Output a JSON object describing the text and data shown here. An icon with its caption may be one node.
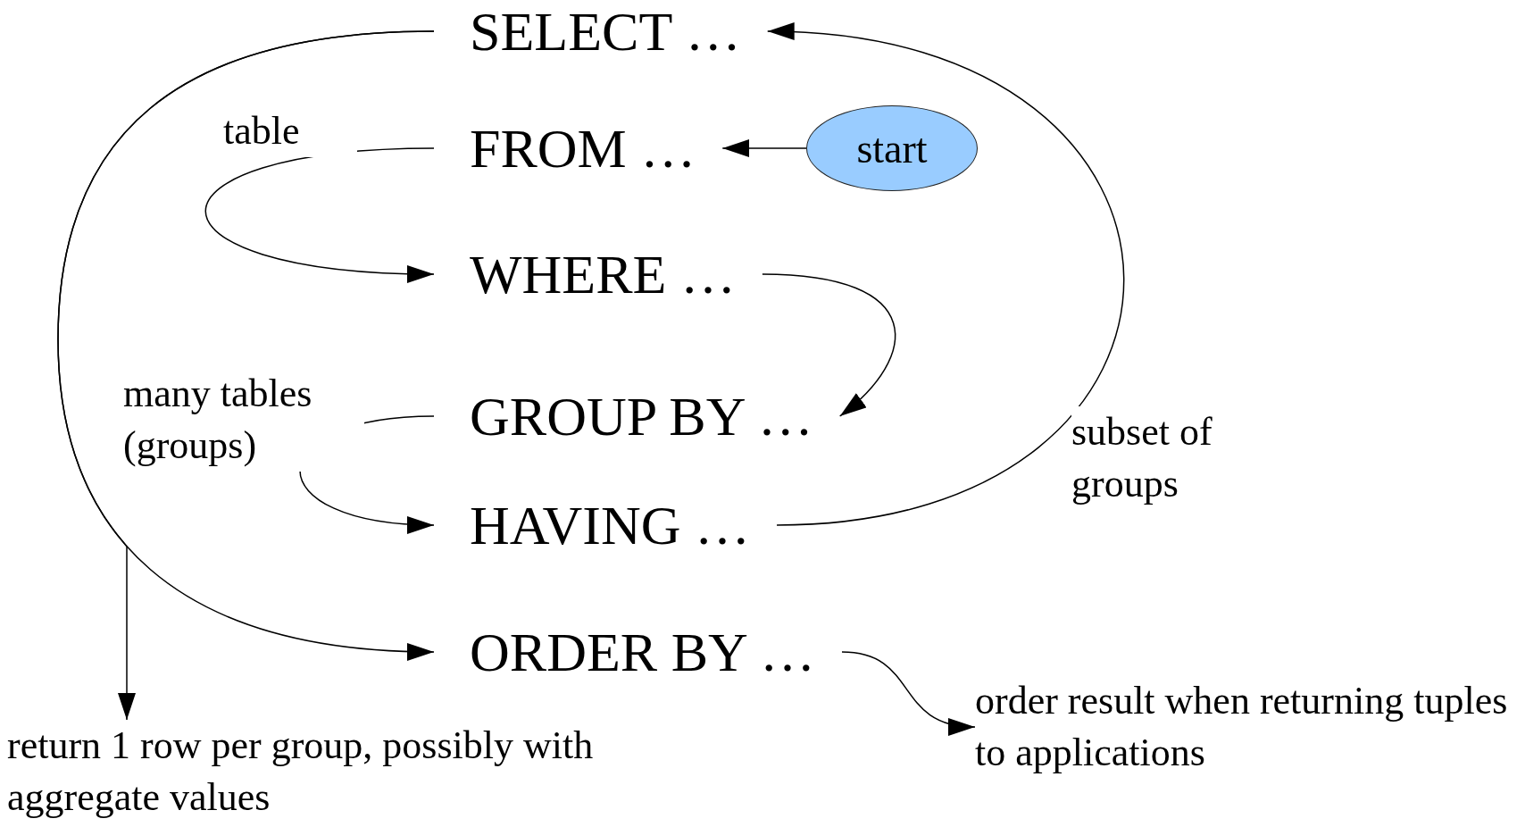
{
  "diagram": {
    "nodes": [
      {
        "text": [
          "SELECT …"
        ]
      },
      {
        "text": [
          "FROM …"
        ]
      },
      {
        "text": [
          "start"
        ]
      },
      {
        "text": [
          "WHERE …"
        ]
      },
      {
        "text": [
          "GROUP BY …"
        ]
      },
      {
        "text": [
          "HAVING …"
        ]
      },
      {
        "text": [
          "ORDER BY …"
        ]
      },
      {
        "text": [
          "order result when returning tuples to applications"
        ]
      },
      {
        "text": [
          "return 1 row per group, possibly with aggregate values"
        ]
      }
    ],
    "edges": [
      {
        "from": 2,
        "to": 1,
        "arrow": "to"
      },
      {
        "from": 1,
        "to": 3,
        "arrow": "to",
        "label": "table"
      },
      {
        "from": 3,
        "to": 4,
        "arrow": "to"
      },
      {
        "from": 4,
        "to": 5,
        "arrow": "to",
        "label": "many tables (groups)"
      },
      {
        "from": 5,
        "to": 0,
        "arrow": "to",
        "label": "subset of groups"
      },
      {
        "from": 0,
        "to": 6,
        "arrow": "to"
      },
      {
        "from": 0,
        "to": 8,
        "arrow": "to"
      },
      {
        "from": 6,
        "to": 7,
        "arrow": "to"
      }
    ]
  }
}
